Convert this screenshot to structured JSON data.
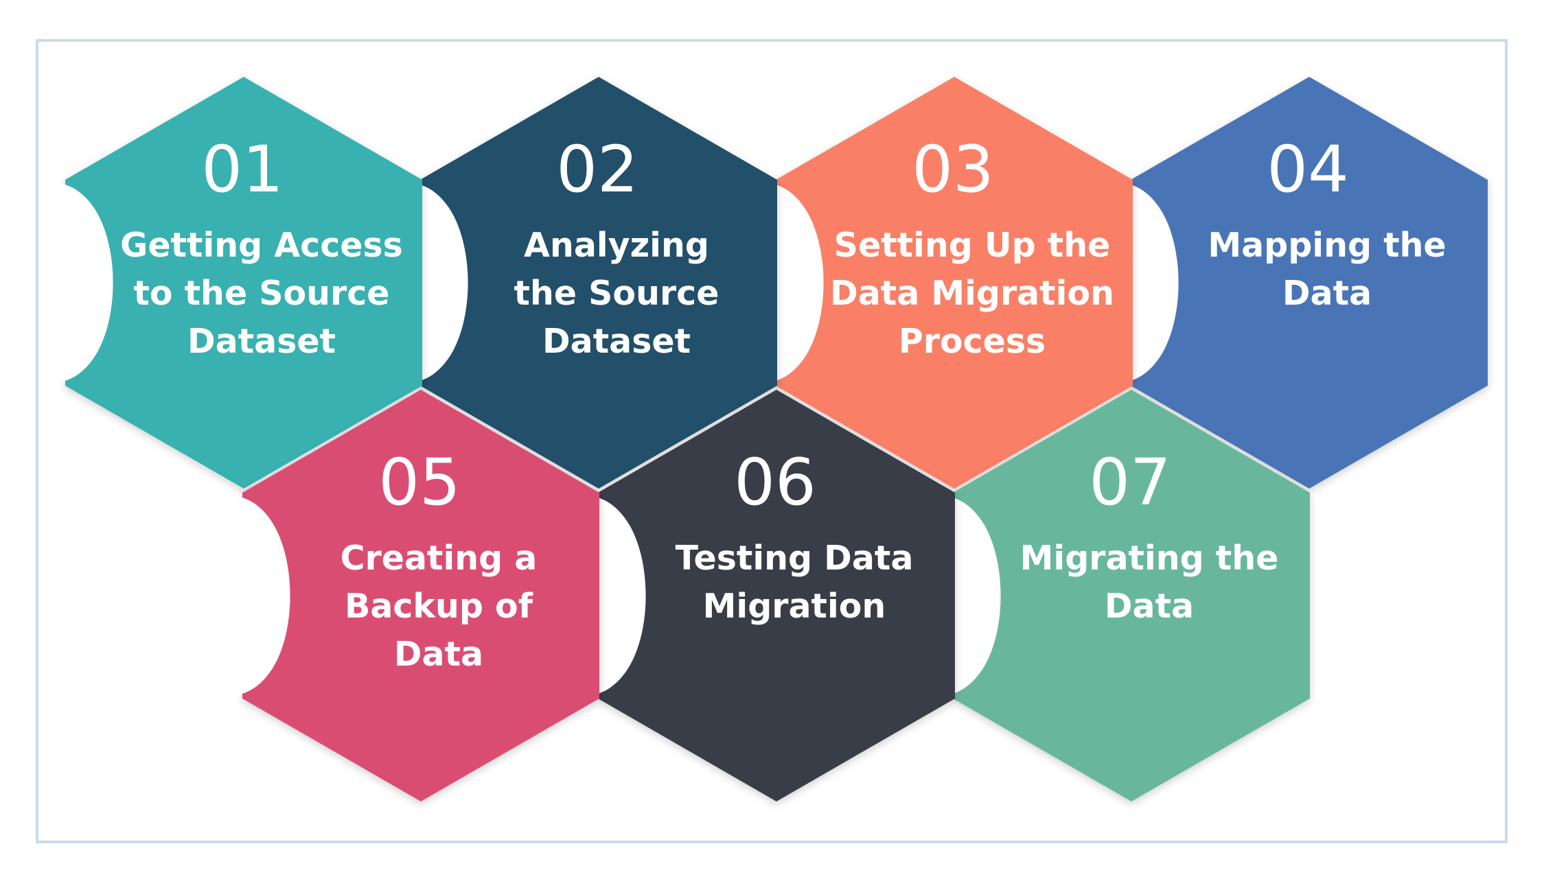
{
  "steps": [
    {
      "number": "01",
      "lines": [
        "Getting Access",
        "to the Source",
        "Dataset"
      ],
      "color": "#37b1b0"
    },
    {
      "number": "02",
      "lines": [
        "Analyzing",
        "the Source",
        "Dataset"
      ],
      "color": "#244f6b"
    },
    {
      "number": "03",
      "lines": [
        "Setting Up the",
        "Data Migration",
        "Process"
      ],
      "color": "#f98066"
    },
    {
      "number": "04",
      "lines": [
        "Mapping the",
        "Data"
      ],
      "color": "#4a74b7"
    },
    {
      "number": "05",
      "lines": [
        "Creating a",
        "Backup of",
        "Data"
      ],
      "color": "#da4d73"
    },
    {
      "number": "06",
      "lines": [
        "Testing Data",
        "Migration"
      ],
      "color": "#393c46"
    },
    {
      "number": "07",
      "lines": [
        "Migrating the",
        "Data"
      ],
      "color": "#68b79c"
    }
  ],
  "colors": {
    "background": "#ffffff",
    "frame_border": "#c8dbe8",
    "text": "#ffffff"
  }
}
